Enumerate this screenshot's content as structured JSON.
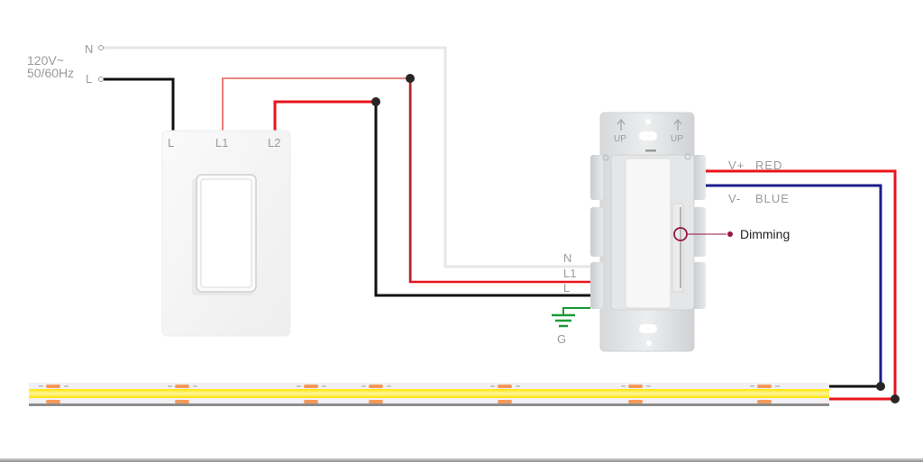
{
  "supply": {
    "voltage": "120V~",
    "frequency": "50/60Hz",
    "terminals": {
      "neutral": "N",
      "line": "L"
    }
  },
  "switch": {
    "terminals": {
      "line": "L",
      "line1": "L1",
      "line2": "L2"
    }
  },
  "dimmer": {
    "up_labels": [
      "UP",
      "UP"
    ],
    "input_terminals": {
      "neutral": "N",
      "line1": "L1",
      "line": "L"
    },
    "ground_label": "G",
    "outputs": {
      "positive": {
        "sign": "V+",
        "color_name": "RED"
      },
      "negative": {
        "sign": "V-",
        "color_name": "BLUE"
      }
    },
    "dimming_label": "Dimming"
  },
  "led_strip": {
    "pad_positions": [
      59,
      202,
      345,
      417,
      560,
      705,
      848
    ]
  },
  "colors": {
    "neutral_wire": "#e6e6e6",
    "line_wire": "#111111",
    "red_wire": "#e8141c",
    "red_thin_wire": "#e65a5a",
    "blue_wire": "#1c1c8c",
    "ground_wire": "#1a9a3a",
    "dimming_marker": "#9a1640",
    "strip_yellow": "#ffe600",
    "strip_pad": "#f39a5a",
    "label_gray": "#9a9a9a"
  }
}
